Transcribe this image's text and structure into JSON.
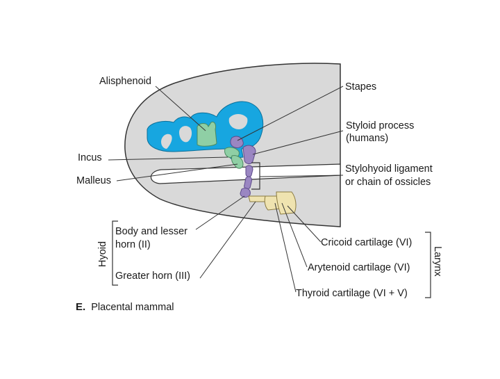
{
  "labels": {
    "alisphenoid": "Alisphenoid",
    "stapes": "Stapes",
    "styloid_line1": "Styloid process",
    "styloid_line2": "(humans)",
    "incus": "Incus",
    "stylohyoid_line1": "Stylohyoid ligament",
    "stylohyoid_line2": "or chain of ossicles",
    "malleus": "Malleus",
    "body_lesser_line1": "Body and lesser",
    "body_lesser_line2": "horn (II)",
    "hyoid": "Hyoid",
    "greater_horn": "Greater horn (III)",
    "cricoid": "Cricoid cartilage (VI)",
    "arytenoid": "Arytenoid cartilage (VI)",
    "thyroid": "Thyroid cartilage (VI + V)",
    "larynx": "Larynx"
  },
  "caption": {
    "letter": "E.",
    "text": "Placental mammal"
  },
  "colors": {
    "head": "#d9d9d9",
    "skull_blue": "#17a6e0",
    "green_bone": "#8fcfa5",
    "purple_bone": "#9a86c2",
    "cartilage": "#efe3b0",
    "outline": "#333333"
  }
}
